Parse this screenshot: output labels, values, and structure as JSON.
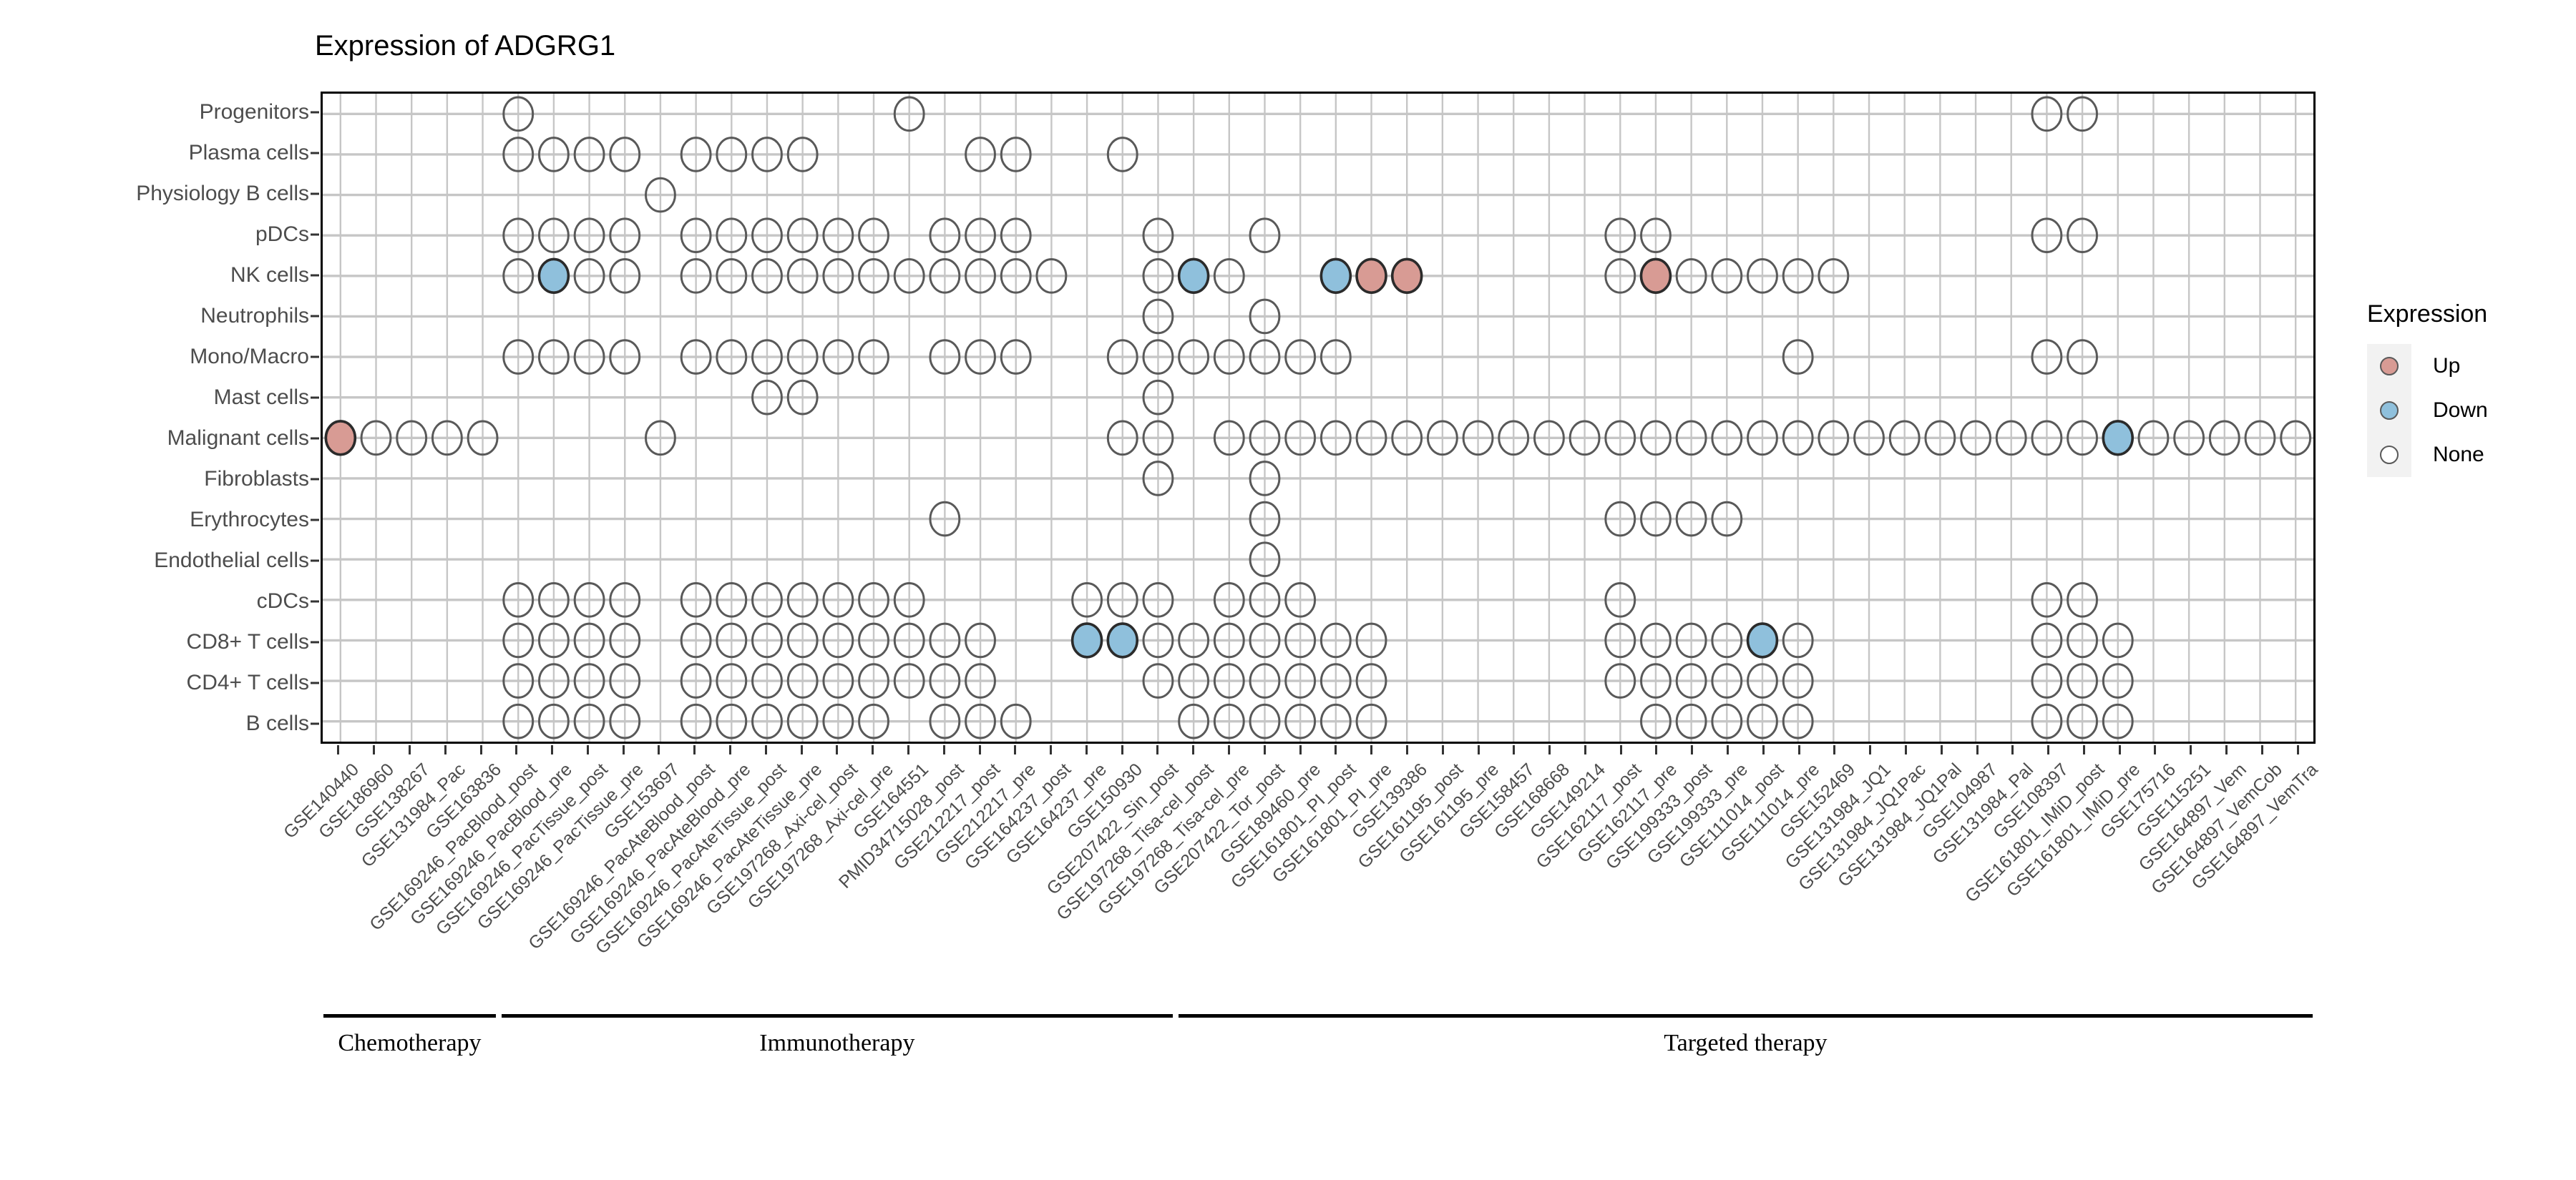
{
  "title": "Expression of ADGRG1",
  "legend": {
    "title": "Expression",
    "items": [
      {
        "label": "Up",
        "color": "#d89b94"
      },
      {
        "label": "Down",
        "color": "#8fc0dc"
      },
      {
        "label": "None",
        "color": "#ffffff"
      }
    ]
  },
  "groups": [
    {
      "label": "Chemotherapy",
      "start": 0,
      "end": 4
    },
    {
      "label": "Immunotherapy",
      "start": 5,
      "end": 23
    },
    {
      "label": "Targeted therapy",
      "start": 24,
      "end": 55
    }
  ],
  "chart_data": {
    "type": "heatmap",
    "title": "Expression of ADGRG1",
    "xlabel": "",
    "ylabel": "",
    "grid": true,
    "legend_position": "right",
    "rows": [
      "Progenitors",
      "Plasma cells",
      "Physiology B cells",
      "pDCs",
      "NK cells",
      "Neutrophils",
      "Mono/Macro",
      "Mast cells",
      "Malignant cells",
      "Fibroblasts",
      "Erythrocytes",
      "Endothelial cells",
      "cDCs",
      "CD8+ T cells",
      "CD4+ T cells",
      "B cells"
    ],
    "columns": [
      "GSE140440",
      "GSE186960",
      "GSE138267",
      "GSE131984_Pac",
      "GSE163836",
      "GSE169246_PacBlood_post",
      "GSE169246_PacBlood_pre",
      "GSE169246_PacTissue_post",
      "GSE169246_PacTissue_pre",
      "GSE153697",
      "GSE169246_PacAteBlood_post",
      "GSE169246_PacAteBlood_pre",
      "GSE169246_PacAteTissue_post",
      "GSE169246_PacAteTissue_pre",
      "GSE197268_Axi-cel_post",
      "GSE197268_Axi-cel_pre",
      "GSE164551",
      "PMID34715028_post",
      "GSE212217_post",
      "GSE212217_pre",
      "GSE164237_post",
      "GSE164237_pre",
      "GSE150930",
      "GSE207422_Sin_post",
      "GSE197268_Tisa-cel_post",
      "GSE197268_Tisa-cel_pre",
      "GSE207422_Tor_post",
      "GSE189460_pre",
      "GSE161801_PI_post",
      "GSE161801_PI_pre",
      "GSE139386",
      "GSE161195_post",
      "GSE161195_pre",
      "GSE158457",
      "GSE168668",
      "GSE149214",
      "GSE162117_post",
      "GSE162117_pre",
      "GSE199333_post",
      "GSE199333_pre",
      "GSE111014_post",
      "GSE111014_pre",
      "GSE152469",
      "GSE131984_JQ1",
      "GSE131984_JQ1Pac",
      "GSE131984_JQ1Pal",
      "GSE104987",
      "GSE131984_Pal",
      "GSE108397",
      "GSE161801_IMiD_post",
      "GSE161801_IMiD_pre",
      "GSE175716",
      "GSE115251",
      "GSE164897_Vem",
      "GSE164897_VemCob",
      "GSE164897_VemTra"
    ],
    "states": [
      "None",
      "Up",
      "Down"
    ],
    "cells": [
      {
        "row": 0,
        "cols_none": [
          5,
          16,
          48,
          49
        ]
      },
      {
        "row": 1,
        "cols_none": [
          5,
          6,
          7,
          8,
          10,
          11,
          12,
          13,
          18,
          19,
          22
        ]
      },
      {
        "row": 2,
        "cols_none": [
          9
        ]
      },
      {
        "row": 3,
        "cols_none": [
          5,
          6,
          7,
          8,
          10,
          11,
          12,
          13,
          14,
          15,
          17,
          18,
          19,
          23,
          26,
          36,
          37,
          48,
          49
        ]
      },
      {
        "row": 4,
        "cols_none": [
          5,
          7,
          8,
          10,
          11,
          12,
          13,
          14,
          15,
          16,
          17,
          18,
          19,
          20,
          23,
          25,
          30,
          36,
          38,
          39,
          40,
          41,
          42
        ],
        "cols_down": [
          6,
          24,
          28
        ],
        "cols_up": [
          29,
          30,
          37
        ]
      },
      {
        "row": 5,
        "cols_none": [
          23,
          26
        ]
      },
      {
        "row": 6,
        "cols_none": [
          5,
          6,
          7,
          8,
          10,
          11,
          12,
          13,
          14,
          15,
          17,
          18,
          19,
          22,
          23,
          24,
          25,
          26,
          27,
          28,
          41,
          48,
          49
        ]
      },
      {
        "row": 7,
        "cols_none": [
          12,
          13,
          23
        ]
      },
      {
        "row": 8,
        "cols_none": [
          0,
          1,
          2,
          3,
          4,
          9,
          22,
          23,
          25,
          26,
          27,
          28,
          29,
          30,
          31,
          32,
          33,
          34,
          35,
          36,
          37,
          38,
          39,
          40,
          41,
          42,
          43,
          44,
          45,
          46,
          47,
          48,
          49,
          51,
          52,
          53,
          54,
          55
        ],
        "cols_up": [
          0
        ],
        "cols_down": [
          50
        ]
      },
      {
        "row": 9,
        "cols_none": [
          23,
          26
        ]
      },
      {
        "row": 10,
        "cols_none": [
          17,
          26,
          36,
          37,
          38,
          39
        ]
      },
      {
        "row": 11,
        "cols_none": [
          26
        ]
      },
      {
        "row": 12,
        "cols_none": [
          5,
          6,
          7,
          8,
          10,
          11,
          12,
          13,
          14,
          15,
          16,
          21,
          22,
          23,
          25,
          26,
          27,
          36,
          48,
          49
        ]
      },
      {
        "row": 13,
        "cols_none": [
          5,
          6,
          7,
          8,
          10,
          11,
          12,
          13,
          14,
          15,
          16,
          17,
          18,
          23,
          24,
          25,
          26,
          27,
          28,
          29,
          36,
          37,
          38,
          39,
          41,
          48,
          49,
          50
        ],
        "cols_down": [
          21,
          22,
          40
        ]
      },
      {
        "row": 14,
        "cols_none": [
          5,
          6,
          7,
          8,
          10,
          11,
          12,
          13,
          14,
          15,
          16,
          17,
          18,
          23,
          24,
          25,
          26,
          27,
          28,
          29,
          36,
          37,
          38,
          39,
          40,
          41,
          48,
          49,
          50
        ]
      },
      {
        "row": 15,
        "cols_none": [
          5,
          6,
          7,
          8,
          10,
          11,
          12,
          13,
          14,
          15,
          17,
          18,
          19,
          24,
          25,
          26,
          27,
          28,
          29,
          37,
          38,
          39,
          40,
          41,
          48,
          49,
          50
        ]
      }
    ]
  }
}
